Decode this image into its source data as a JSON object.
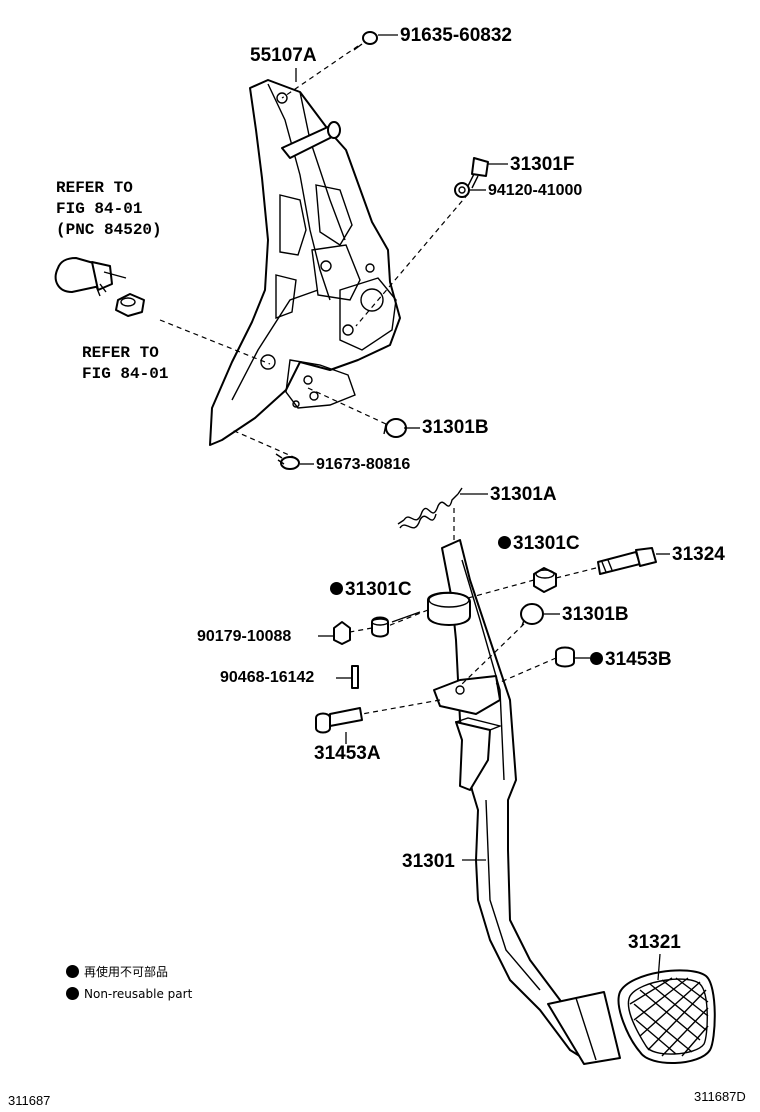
{
  "parts": {
    "bracket": "55107A",
    "bolt_top": "91635-60832",
    "bolt_f": "31301F",
    "nut_94120": "94120-41000",
    "bushing_b_upper": "31301B",
    "bolt_91673": "91673-80816",
    "spring": "31301A",
    "collar_c_right": "31301C",
    "bolt_31324": "31324",
    "collar_c_left": "31301C",
    "nut_90179": "90179-10088",
    "bushing_b_lower": "31301B",
    "clip_90468": "90468-16142",
    "bushing_31453b": "31453B",
    "pin_31453a": "31453A",
    "pedal_arm": "31301",
    "pedal_pad": "31321"
  },
  "refs": {
    "ref_upper": [
      "REFER TO",
      "FIG 84-01",
      "(PNC 84520)"
    ],
    "ref_lower": [
      "REFER TO",
      "FIG 84-01"
    ]
  },
  "legend": {
    "jp": "再使用不可部品",
    "en": "Non-reusable part"
  },
  "footer": {
    "left": "311687",
    "right": "311687D"
  }
}
